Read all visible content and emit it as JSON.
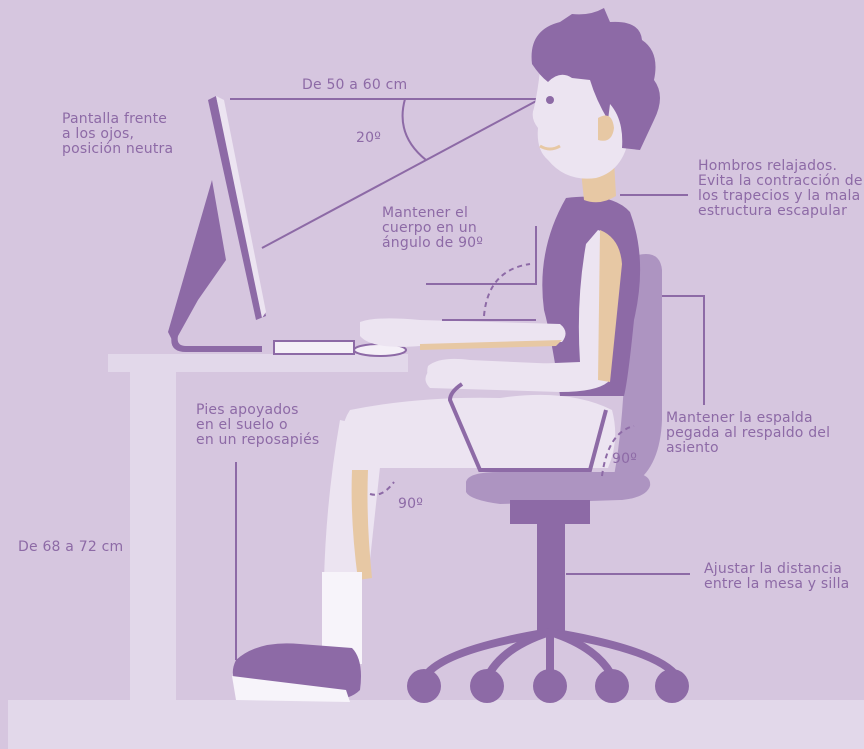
{
  "labels": {
    "distance": "De 50 a 60 cm",
    "angle_view": "20º",
    "screen": [
      "Pantalla frente",
      "a los ojos,",
      "posición neutra"
    ],
    "shoulders": [
      "Hombros relajados.",
      "Evita la contracción de",
      "los trapecios y la mala",
      "estructura escapular"
    ],
    "body_angle": [
      "Mantener el",
      "cuerpo en un",
      "ángulo de 90º"
    ],
    "back": [
      "Mantener la espalda",
      "pegada al respaldo del",
      "asiento"
    ],
    "angle_hip": "90º",
    "feet": [
      "Pies apoyados",
      "en el suelo o",
      "en un reposapiés"
    ],
    "angle_knee": "90º",
    "desk_height": "De 68 a 72 cm",
    "chair_distance": [
      "Ajustar la distancia",
      "entre la mesa y silla"
    ]
  },
  "colors": {
    "background": "#d6c6df",
    "purple": "#8d6aa6",
    "light_purple": "#ad94c1",
    "desk": "#e2d8ea",
    "skin": "#ece4f1",
    "shadow": "#e7c8a4"
  }
}
